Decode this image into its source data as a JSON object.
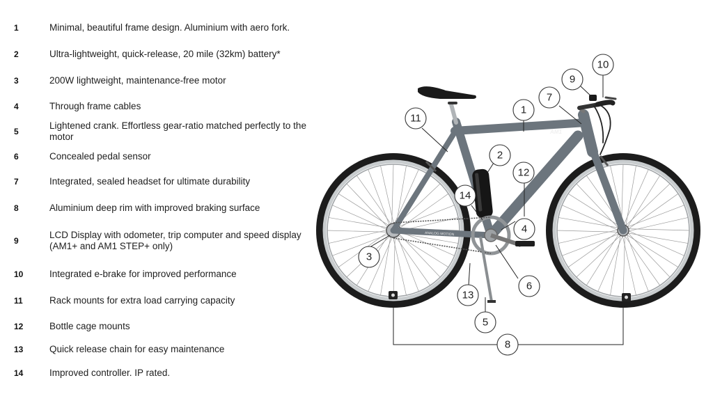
{
  "features": [
    {
      "num": "1",
      "text": "Minimal, beautiful frame design. Aluminium with aero fork."
    },
    {
      "num": "2",
      "text": "Ultra-lightweight, quick-release, 20 mile (32km) battery*"
    },
    {
      "num": "3",
      "text": "200W lightweight, maintenance-free motor"
    },
    {
      "num": "4",
      "text": "Through frame cables"
    },
    {
      "num": "5",
      "text": "Lightened crank. Effortless gear-ratio matched perfectly to the motor"
    },
    {
      "num": "6",
      "text": "Concealed pedal sensor"
    },
    {
      "num": "7",
      "text": "Integrated, sealed headset for ultimate durability"
    },
    {
      "num": "8",
      "text": "Aluminium deep rim with improved braking surface"
    },
    {
      "num": "9",
      "text": "LCD Display with odometer, trip computer and speed display (AM1+ and AM1 STEP+ only)"
    },
    {
      "num": "10",
      "text": "Integrated e-brake for improved performance"
    },
    {
      "num": "11",
      "text": "Rack mounts for extra load carrying capacity"
    },
    {
      "num": "12",
      "text": "Bottle cage mounts"
    },
    {
      "num": "13",
      "text": "Quick release chain for easy maintenance"
    },
    {
      "num": "14",
      "text": "Improved controller. IP rated."
    }
  ],
  "bike": {
    "frame_label": "AM1",
    "chainstay_label": "ANALOG MOTION",
    "colors": {
      "frame": "#6c757d",
      "tire": "#1c1c1c",
      "rim": "#a9adb0",
      "saddle": "#1a1a1a"
    }
  }
}
